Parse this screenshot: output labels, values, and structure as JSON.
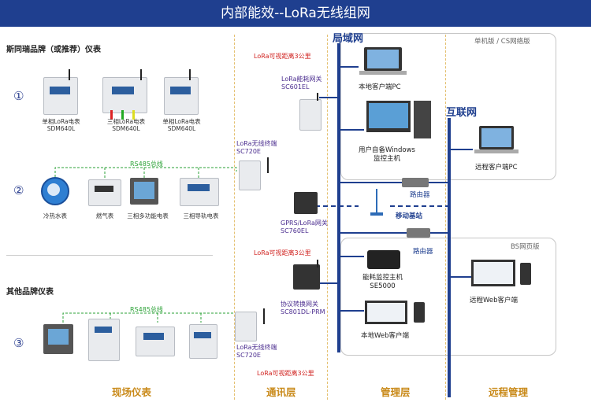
{
  "title": "内部能效--LoRa无线组网",
  "left": {
    "brand_title": "斯同瑞品牌（或推荐）仪表",
    "other_title": "其他品牌仪表",
    "row_numbers": [
      "①",
      "②",
      "③"
    ],
    "row1_devices": [
      "单相LoRa电表\nSDM640L",
      "三相LoRa电表\nSDM640L",
      "单相LoRa电表\nSDM640L"
    ],
    "row2_devices": [
      "冷热水表",
      "燃气表",
      "三相多功能电表",
      "三相导轨电表"
    ],
    "rs485_label": "RS485总线",
    "rs485_label_2": "RS485总线"
  },
  "comm": {
    "lora_range_1": "LoRa可视距离3公里",
    "gateway_energy": "LoRa能耗网关\nSC601EL",
    "terminal_1": "LoRa无线终端\nSC720E",
    "gprs_gateway": "GPRS/LoRa网关\nSC760EL",
    "lora_range_2": "LoRa可视距离3公里",
    "protocol_gateway": "协议转换网关\nSC801DL-PRM",
    "terminal_2": "LoRa无线终端\nSC720E",
    "lora_range_3": "LoRa可视距离3公里"
  },
  "mgmt": {
    "lan_label": "局域网",
    "standalone_label": "单机版 / CS网络版",
    "local_pc": "本地客户端PC",
    "user_host": "用户自备Windows\n监控主机",
    "router_1": "路由器",
    "base_station": "移动基站",
    "router_2": "路由器",
    "bs_label": "BS网页版",
    "energy_host": "能耗监控主机\nSE5000",
    "local_web": "本地Web客户端"
  },
  "remote": {
    "internet_label": "互联网",
    "remote_pc": "远程客户端PC",
    "remote_web": "远程Web客户端"
  },
  "layers": [
    "现场仪表",
    "通讯层",
    "管理层",
    "远程管理"
  ],
  "colors": {
    "title_bar": "#1f3f8f",
    "bus": "#1f3f8f",
    "rs485": "#2aa135",
    "layer_text": "#c98a1a",
    "range_text": "#d0221f"
  }
}
